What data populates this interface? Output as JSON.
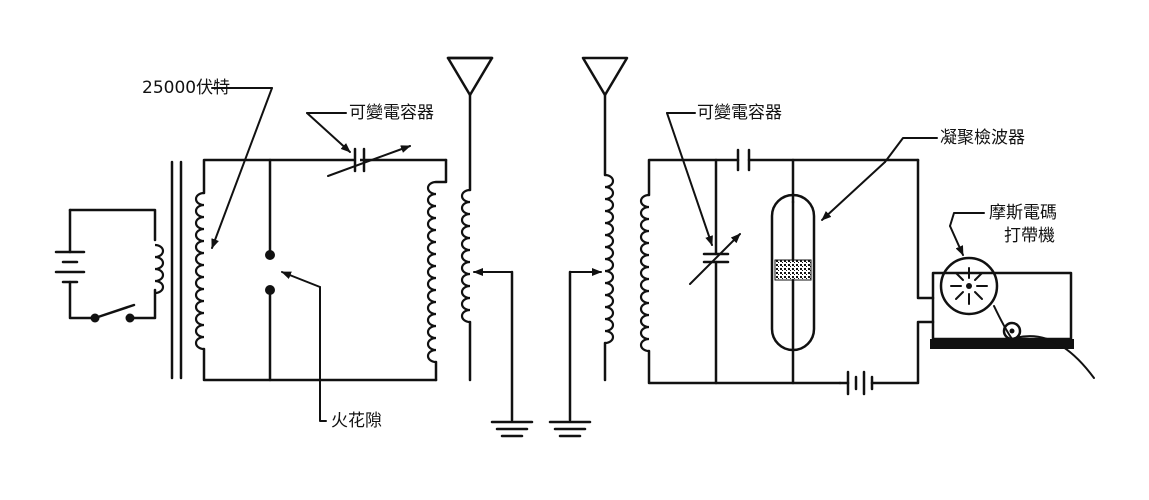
{
  "labels": {
    "transmitter_voltage": "25000伏特",
    "variable_capacitor_tx": "可變電容器",
    "variable_capacitor_rx": "可變電容器",
    "coherer": "凝聚檢波器",
    "morse_line1": "摩斯電碼",
    "morse_line2": "打帶機",
    "spark_gap": "火花隙"
  }
}
